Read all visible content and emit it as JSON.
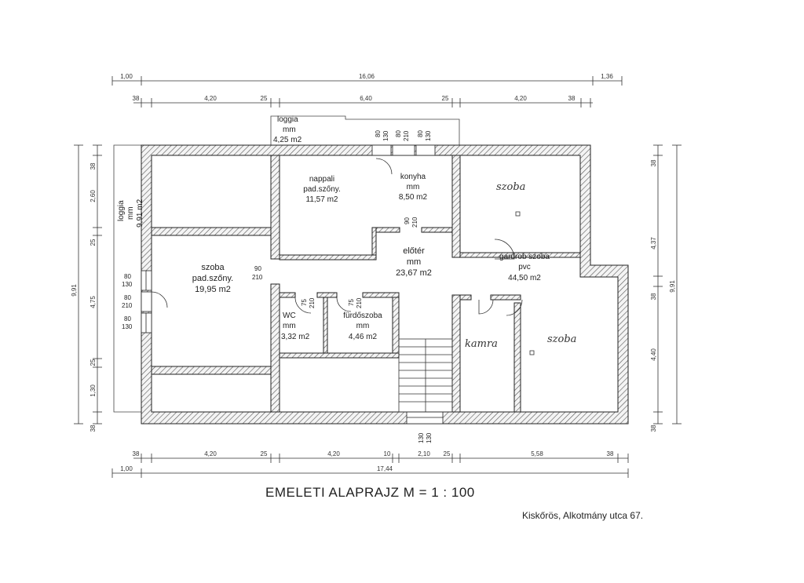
{
  "dims": {
    "top_outer": [
      "1,00",
      "16,06",
      "1,36"
    ],
    "top_inner": [
      "38",
      "4,20",
      "25",
      "6,40",
      "25",
      "4,20",
      "38"
    ],
    "bottom_inner": [
      "38",
      "4,20",
      "25",
      "4,20",
      "10",
      "2,10",
      "25",
      "5,58",
      "38"
    ],
    "bottom_outer": [
      "1,00",
      "17,44"
    ],
    "left_inner": [
      "38",
      "2,60",
      "25",
      "4,75",
      "25",
      "1,30",
      "38"
    ],
    "left_total": "9,91",
    "right_inner": [
      "38",
      "4,37",
      "38",
      "4,40",
      "38"
    ],
    "right_total": "9,91"
  },
  "rooms": {
    "loggia_top": [
      "loggia",
      "mm",
      "4,25 m2"
    ],
    "loggia_side": [
      "loggia",
      "mm",
      "9,91 m2"
    ],
    "nappali": [
      "nappali",
      "pad.szőny.",
      "11,57 m2"
    ],
    "konyha": [
      "konyha",
      "mm",
      "8,50 m2"
    ],
    "eloter": [
      "előtér",
      "mm",
      "23,67 m2"
    ],
    "szoba_left": [
      "szoba",
      "pad.szőny.",
      "19,95 m2"
    ],
    "wc": [
      "WC",
      "mm",
      "3,32 m2"
    ],
    "furdo": [
      "fürdőszoba",
      "mm",
      "4,46 m2"
    ],
    "gardrob": [
      "gardrob szoba",
      "pvc",
      "44,50 m2"
    ]
  },
  "handwritten": {
    "szoba_top": "szoba",
    "szoba_right": "szoba",
    "kamra": "kamra"
  },
  "openings": {
    "left_win1": [
      "80",
      "130"
    ],
    "left_door": [
      "80",
      "210"
    ],
    "left_win2": [
      "80",
      "130"
    ],
    "inner_door": [
      "90",
      "210"
    ],
    "top_win1": [
      "80",
      "130"
    ],
    "top_door": [
      "80",
      "210"
    ],
    "top_win2": [
      "80",
      "130"
    ],
    "konyha_door": [
      "90",
      "210"
    ],
    "wc_door": [
      "75",
      "210"
    ],
    "furdo_door": [
      "75",
      "210"
    ],
    "bottom_win": [
      "130",
      "130"
    ]
  },
  "title": "EMELETI ALAPRAJZ  M = 1 : 100",
  "address": "Kiskőrös, Alkotmány utca 67."
}
